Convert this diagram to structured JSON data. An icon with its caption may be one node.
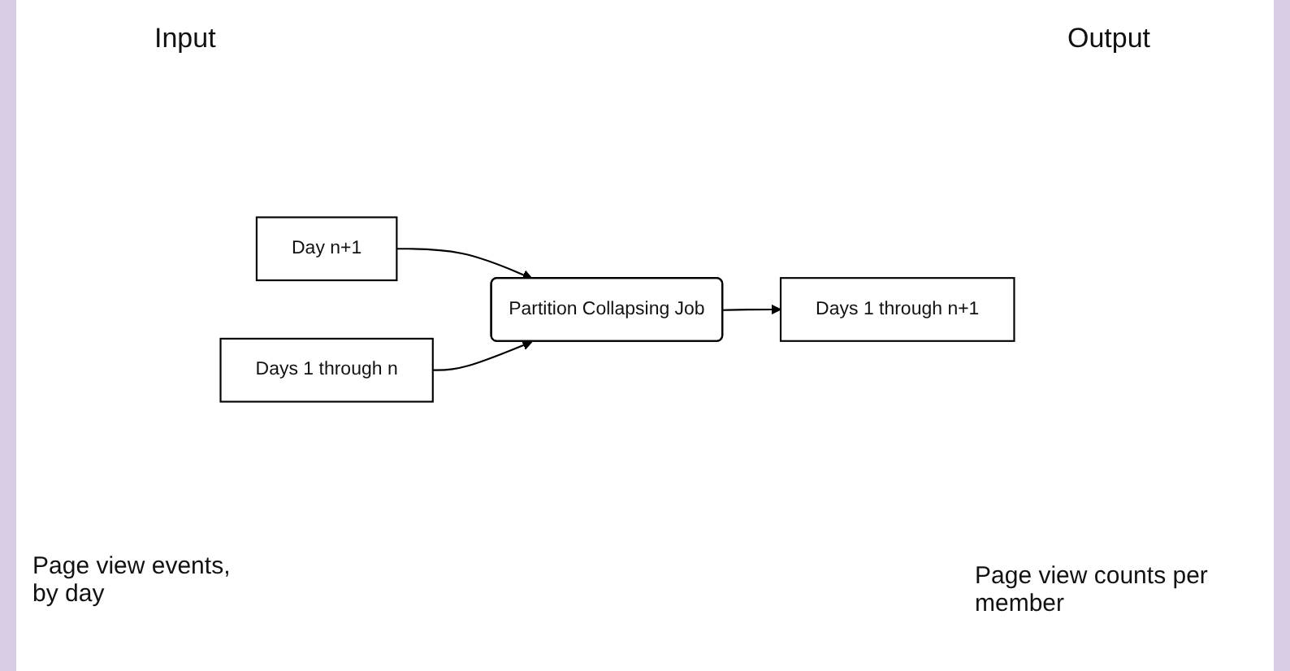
{
  "diagram": {
    "nodes": [
      {
        "text": [
          "Day n+1"
        ]
      },
      {
        "text": [
          "Partition Collapsing Job"
        ]
      },
      {
        "text": [
          "Days 1 through n"
        ]
      },
      {
        "text": [
          "Days 1 through n+1"
        ]
      }
    ],
    "edges": [
      {
        "from": 0,
        "to": 1,
        "arrow": "to"
      },
      {
        "from": 2,
        "to": 1,
        "arrow": "to"
      },
      {
        "from": 1,
        "to": 3,
        "arrow": "to"
      }
    ],
    "labels": [
      "Input",
      "Output",
      "Page view events, by day",
      "Page view counts per member"
    ]
  }
}
